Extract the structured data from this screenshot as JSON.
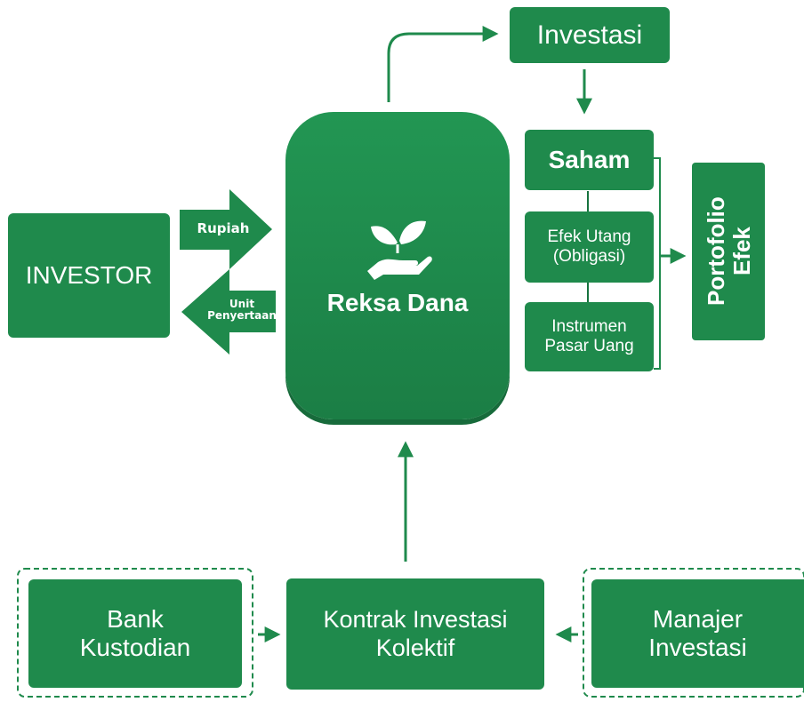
{
  "nodes": {
    "investasi_top": "Investasi",
    "saham": "Saham",
    "efek_utang": "Efek Utang\n(Obligasi)",
    "instrumen_pasar_uang": "Instrumen\nPasar Uang",
    "portofolio_efek": "Portofolio\nEfek",
    "investor": "INVESTOR",
    "reksa_dana": "Reksa Dana",
    "bank_kustodian": "Bank\nKustodian",
    "kontrak_investasi_kolektif": "Kontrak Investasi\nKolektif",
    "manajer_investasi": "Manajer\nInvestasi"
  },
  "arrow_labels": {
    "rupiah": "Rupiah",
    "unit_penyertaan": "Unit\nPenyertaan"
  },
  "icons": {
    "reksa_dana_icon": "hand-with-leaves-icon"
  },
  "colors": {
    "primary_green": "#1f8a4c",
    "dark_green": "#17733e",
    "background": "#ffffff"
  }
}
